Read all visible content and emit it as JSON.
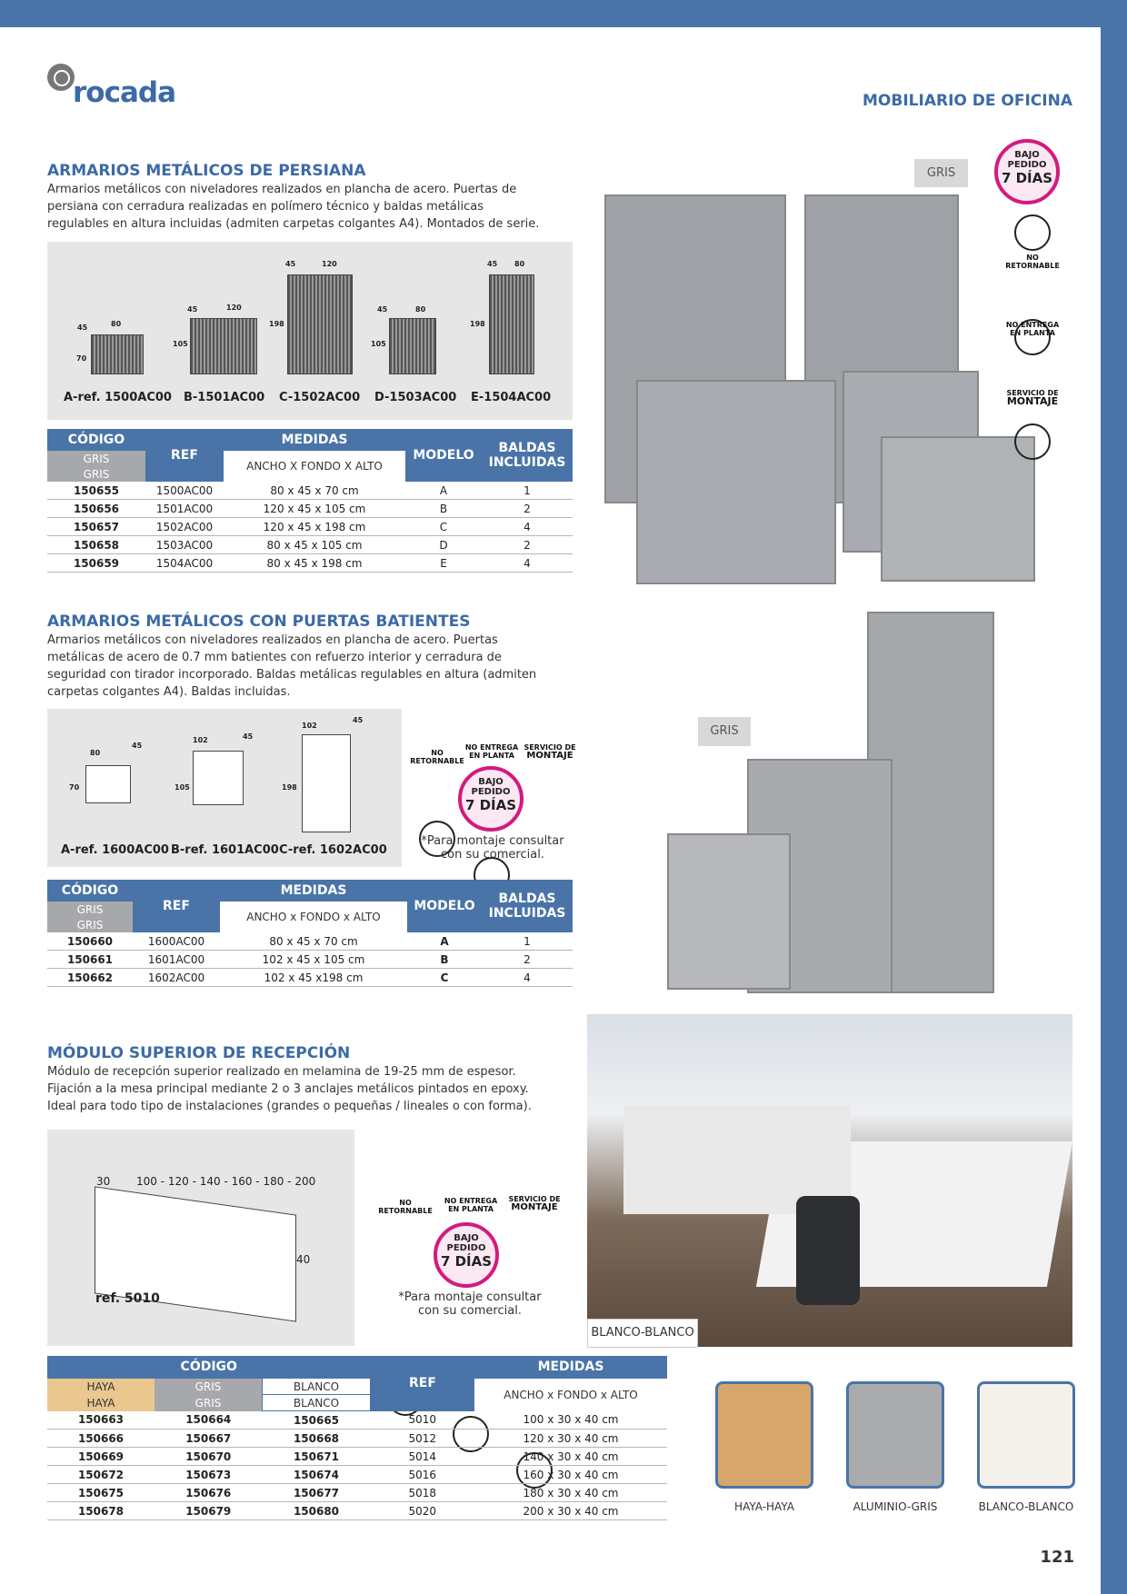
{
  "brand": "rocada",
  "header": "MOBILIARIO DE OFICINA",
  "page_number": "121",
  "sections": [
    {
      "title": "ARMARIOS METÁLICOS DE PERSIANA",
      "desc": "Armarios metálicos con niveladores realizados en plancha de acero. Puertas de persiana con cerradura realizadas en polímero técnico y baldas metálicas regulables en altura incluidas (admiten carpetas colgantes A4). Montados de serie.",
      "drawings": [
        {
          "ref": "A-ref. 1500AC00",
          "d1": "45",
          "d2": "80",
          "h": "70"
        },
        {
          "ref": "B-1501AC00",
          "d1": "45",
          "d2": "120",
          "h": "105"
        },
        {
          "ref": "C-1502AC00",
          "d1": "45",
          "d2": "120",
          "h": "198"
        },
        {
          "ref": "D-1503AC00",
          "d1": "45",
          "d2": "80",
          "h": "105"
        },
        {
          "ref": "E-1504AC00",
          "d1": "45",
          "d2": "80",
          "h": "198"
        }
      ],
      "table": {
        "h_codigo": "CÓDIGO",
        "h_ref": "REF",
        "h_medidas": "MEDIDAS",
        "h_modelo": "MODELO",
        "h_baldas": "BALDAS INCLUIDAS",
        "h_gris": "GRIS",
        "h_dims": "ANCHO X FONDO X ALTO",
        "rows": [
          [
            "150655",
            "1500AC00",
            "80 x 45 x 70 cm",
            "A",
            "1"
          ],
          [
            "150656",
            "1501AC00",
            "120 x 45 x 105 cm",
            "B",
            "2"
          ],
          [
            "150657",
            "1502AC00",
            "120 x 45 x 198 cm",
            "C",
            "4"
          ],
          [
            "150658",
            "1503AC00",
            "80 x 45 x 105 cm",
            "D",
            "2"
          ],
          [
            "150659",
            "1504AC00",
            "80 x 45 x 198 cm",
            "E",
            "4"
          ]
        ]
      },
      "color_label": "GRIS"
    },
    {
      "title": "ARMARIOS METÁLICOS CON PUERTAS BATIENTES",
      "desc": "Armarios metálicos con niveladores realizados en plancha de acero. Puertas metálicas de acero de 0.7 mm batientes con refuerzo interior y cerradura de seguridad con tirador incorporado. Baldas metálicas regulables en altura (admiten carpetas colgantes A4). Baldas incluidas.",
      "drawings": [
        {
          "ref": "A-ref. 1600AC00",
          "d1": "45",
          "d2": "80",
          "h": "70"
        },
        {
          "ref": "B-ref. 1601AC00",
          "d1": "45",
          "d2": "102",
          "h": "105"
        },
        {
          "ref": "C-ref. 1602AC00",
          "d1": "45",
          "d2": "102",
          "h": "198"
        }
      ],
      "note": "*Para montaje consultar con su comercial.",
      "table": {
        "h_codigo": "CÓDIGO",
        "h_ref": "REF",
        "h_medidas": "MEDIDAS",
        "h_modelo": "MODELO",
        "h_baldas": "BALDAS INCLUIDAS",
        "h_gris": "GRIS",
        "h_dims": "ANCHO x FONDO x ALTO",
        "rows": [
          [
            "150660",
            "1600AC00",
            "80 x 45 x 70 cm",
            "A",
            "1"
          ],
          [
            "150661",
            "1601AC00",
            "102 x 45 x 105 cm",
            "B",
            "2"
          ],
          [
            "150662",
            "1602AC00",
            "102 x 45 x198 cm",
            "C",
            "4"
          ]
        ]
      },
      "color_label": "GRIS"
    },
    {
      "title": "MÓDULO SUPERIOR DE RECEPCIÓN",
      "desc": "Módulo de recepción superior realizado en melamina de 19-25 mm de espesor. Fijación a la mesa principal mediante 2 o 3 anclajes metálicos pintados en epoxy. Ideal para todo tipo de instalaciones (grandes o pequeñas / lineales o con forma).",
      "drawing": {
        "depth": "30",
        "widths": "100 - 120 - 140 - 160 - 180 - 200",
        "h": "40",
        "ref": "ref. 5010"
      },
      "note": "*Para montaje consultar con su comercial.",
      "photo_label": "BLANCO-BLANCO",
      "table": {
        "h_codigo": "CÓDIGO",
        "h_ref": "REF",
        "h_medidas": "MEDIDAS",
        "h_haya": "HAYA",
        "h_gris": "GRIS",
        "h_blanco": "BLANCO",
        "h_dims": "ANCHO x FONDO x ALTO",
        "rows": [
          [
            "150663",
            "150664",
            "150665",
            "5010",
            "100 x 30 x 40 cm"
          ],
          [
            "150666",
            "150667",
            "150668",
            "5012",
            "120 x 30 x 40 cm"
          ],
          [
            "150669",
            "150670",
            "150671",
            "5014",
            "140 x 30 x 40 cm"
          ],
          [
            "150672",
            "150673",
            "150674",
            "5016",
            "160 x 30 x 40 cm"
          ],
          [
            "150675",
            "150676",
            "150677",
            "5018",
            "180 x 30 x 40 cm"
          ],
          [
            "150678",
            "150679",
            "150680",
            "5020",
            "200 x 30 x 40 cm"
          ]
        ]
      },
      "swatches": [
        {
          "label": "HAYA-HAYA",
          "color": "#d8a56a"
        },
        {
          "label": "ALUMINIO-GRIS",
          "color": "#a9abad"
        },
        {
          "label": "BLANCO-BLANCO",
          "color": "#f3f1ea"
        }
      ]
    }
  ],
  "badges": {
    "bajo": "BAJO",
    "pedido": "PEDIDO",
    "dias": "7 DÍAS",
    "no_retornable_1": "NO",
    "no_retornable_2": "RETORNABLE",
    "no_entrega_1": "NO ENTREGA",
    "no_entrega_2": "EN PLANTA",
    "servicio_1": "SERVICIO DE",
    "servicio_2": "MONTAJE"
  },
  "colors": {
    "accent": "#4a74a8",
    "badge": "#d21b7f"
  }
}
